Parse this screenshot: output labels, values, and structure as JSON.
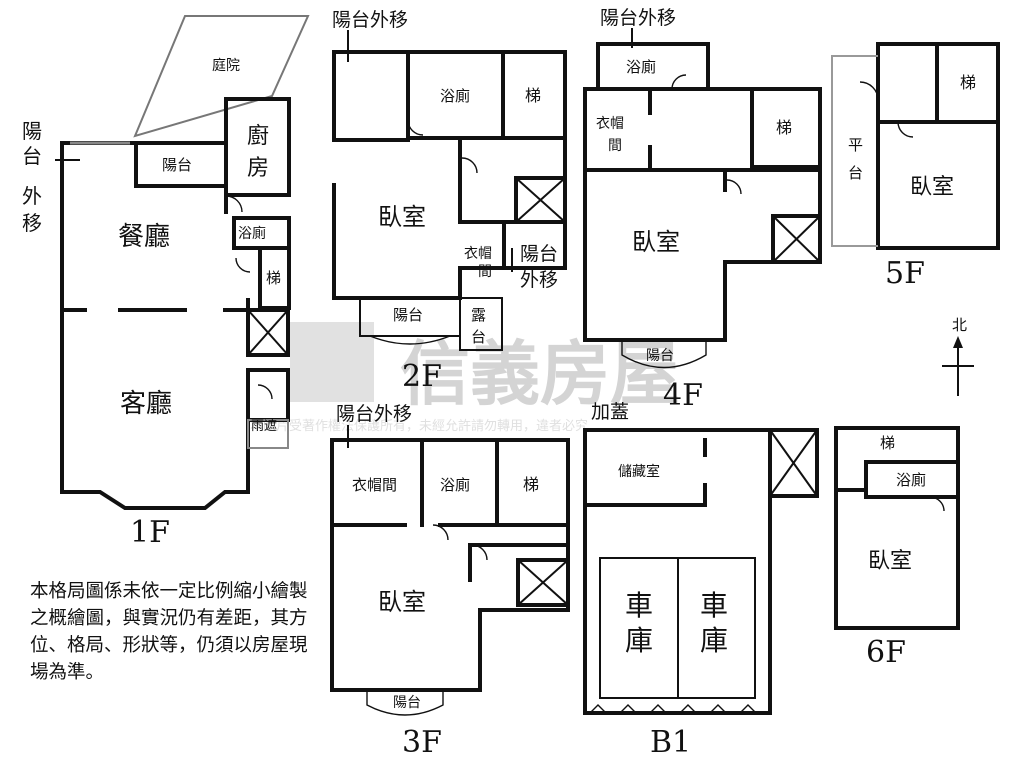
{
  "floors": {
    "f1": {
      "label": "1F",
      "rooms": {
        "courtyard": "庭院",
        "balcony": "陽台",
        "kitchen_1": "廚",
        "kitchen_2": "房",
        "dining": "餐廳",
        "bath": "浴廁",
        "stairs": "梯",
        "living": "客廳",
        "rain_shelter": "雨遮"
      },
      "note_balcony": [
        "陽",
        "台",
        "外",
        "移"
      ]
    },
    "f2": {
      "label": "2F",
      "note_balcony_top": "陽台外移",
      "note_balcony_side": [
        "陽台",
        "外移"
      ],
      "rooms": {
        "bath": "浴廁",
        "stairs": "梯",
        "bedroom": "臥室",
        "closet_1": "衣帽",
        "closet_2": "間",
        "balcony": "陽台",
        "platform_1": "露",
        "platform_2": "台"
      }
    },
    "f3": {
      "label": "3F",
      "note_balcony_top": "陽台外移",
      "rooms": {
        "closet": "衣帽間",
        "bath": "浴廁",
        "stairs": "梯",
        "bedroom": "臥室",
        "balcony": "陽台"
      }
    },
    "f4": {
      "label": "4F",
      "note_balcony_top": "陽台外移",
      "rooms": {
        "bath": "浴廁",
        "closet_1": "衣帽",
        "closet_2": "間",
        "stairs": "梯",
        "bedroom": "臥室",
        "balcony": "陽台"
      }
    },
    "f5": {
      "label": "5F",
      "rooms": {
        "stairs": "梯",
        "platform_1": "平",
        "platform_2": "台",
        "bedroom": "臥室"
      }
    },
    "f6": {
      "label": "6F",
      "rooms": {
        "stairs": "梯",
        "bath": "浴廁",
        "bedroom": "臥室"
      }
    },
    "b1": {
      "label": "B1",
      "note_addition": "加蓋",
      "rooms": {
        "storage": "儲藏室",
        "garage_1a": "車",
        "garage_1b": "庫",
        "garage_2a": "車",
        "garage_2b": "庫"
      }
    }
  },
  "compass": {
    "label": "北"
  },
  "watermark": {
    "brand": "信義房屋",
    "notice": "本圖片受著作權法保護所有，未經允許請勿轉用，違者必究"
  },
  "disclaimer": "本格局圖係未依一定比例縮小繪製之概繪圖，與實況仍有差距，其方位、格局、形狀等，仍須以房屋現場為準。"
}
